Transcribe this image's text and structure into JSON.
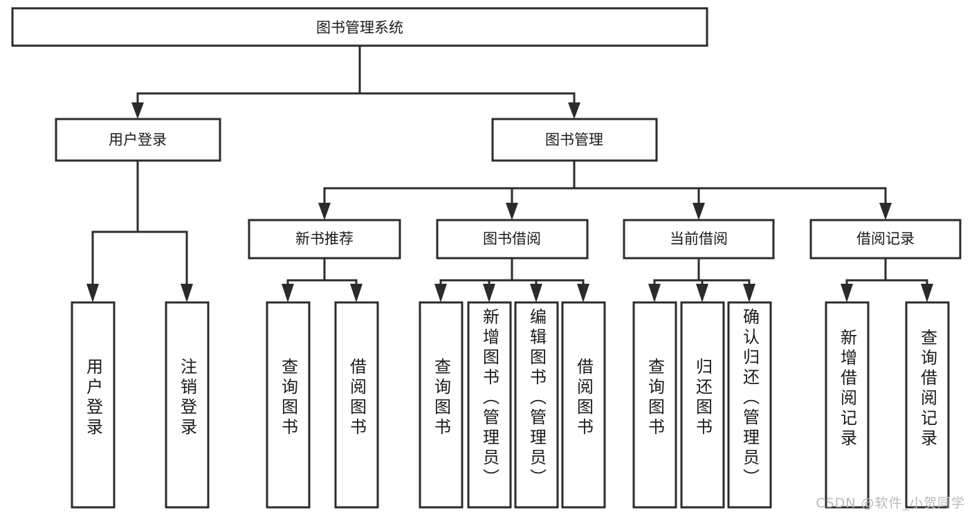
{
  "diagram": {
    "type": "tree",
    "title": "图书管理系统",
    "root": {
      "label": "图书管理系统"
    },
    "level1": [
      {
        "label": "用户登录"
      },
      {
        "label": "图书管理"
      }
    ],
    "level2": [
      {
        "label": "新书推荐"
      },
      {
        "label": "图书借阅"
      },
      {
        "label": "当前借阅"
      },
      {
        "label": "借阅记录"
      }
    ],
    "leaves": {
      "user_login": [
        {
          "label": "用户登录"
        },
        {
          "label": "注销登录"
        }
      ],
      "new_book_recommend": [
        {
          "label": "查询图书"
        },
        {
          "label": "借阅图书"
        }
      ],
      "book_borrow": [
        {
          "label": "查询图书"
        },
        {
          "label": "新增图书（管理员）"
        },
        {
          "label": "编辑图书（管理员）"
        },
        {
          "label": "借阅图书"
        }
      ],
      "current_borrow": [
        {
          "label": "查询图书"
        },
        {
          "label": "归还图书"
        },
        {
          "label": "确认归还（管理员）"
        }
      ],
      "borrow_records": [
        {
          "label": "新增借阅记录"
        },
        {
          "label": "查询借阅记录"
        }
      ]
    }
  },
  "watermark": {
    "text": "CSDN @软件_小贺同学"
  },
  "colors": {
    "stroke": "#2b2b2b",
    "fill": "#ffffff",
    "text": "#1a1a1a",
    "watermark": "#b9b9b9"
  }
}
